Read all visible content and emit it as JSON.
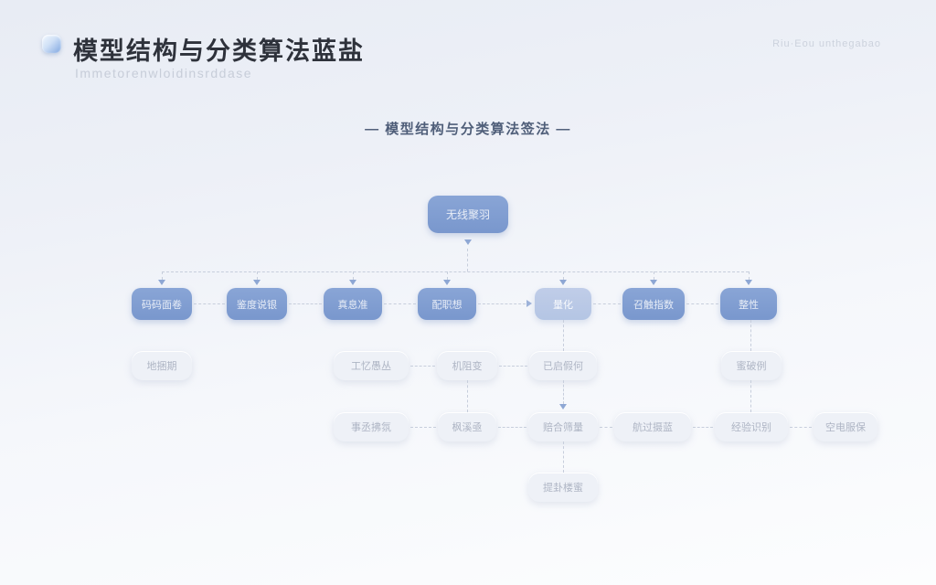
{
  "header": {
    "title": "模型结构与分类算法蓝盐",
    "subtitle": "Immetorenwloidinsrddase",
    "caption": "Riu·Eou unthegabao"
  },
  "diagram": {
    "title": "— 模型结构与分类算法签法 —",
    "root": "无线聚羽",
    "level2": [
      "码码面卷",
      "鉴度说银",
      "真息准",
      "配职想",
      "量化",
      "召触指数",
      "整性"
    ],
    "level3": [
      "地捆期",
      "工忆愚丛",
      "机阻变",
      "已启假何",
      "蜜破例"
    ],
    "level4": [
      "事丞拂氛",
      "枫溪亟",
      "赔合筛量",
      "航过摄蓝",
      "经验识别",
      "空电服保"
    ],
    "level5": [
      "提卦楼蜜"
    ]
  },
  "colors": {
    "node_blue": "#7e9cd1",
    "node_light_blue": "#b8c8e5",
    "pill_bg": "#eef1f7",
    "pill_text": "#aeb5c4",
    "connector": "#c7cedc",
    "title_text": "#2e323b",
    "diagram_title_text": "#4f5e79",
    "background_top": "#e8ecf4",
    "background_bottom": "#fcfdfe"
  }
}
